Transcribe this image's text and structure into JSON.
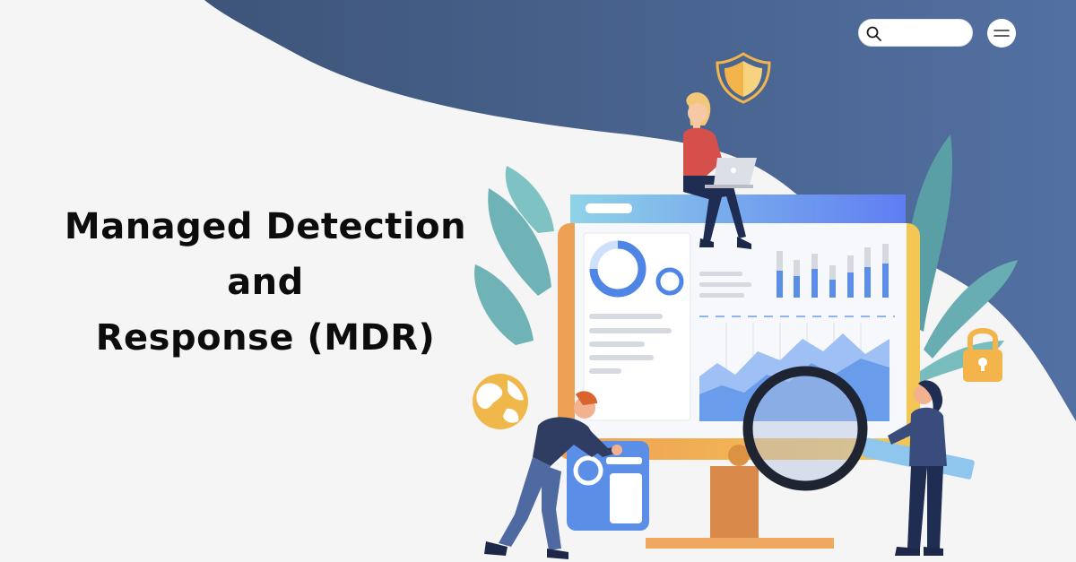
{
  "hero": {
    "title_line1": "Managed Detection",
    "title_line2": "and",
    "title_line3": "Response (MDR)"
  },
  "search": {
    "placeholder": ""
  },
  "icons": {
    "search": "search-icon",
    "menu": "menu-icon",
    "shield": "shield-icon",
    "lock": "padlock-icon",
    "globe": "globe-icon",
    "magnifier": "magnifying-glass-icon"
  },
  "colors": {
    "background": "#f5f5f5",
    "wave": "#496493",
    "leaf": "#6fb3b6",
    "monitor_frame": "#eda85a",
    "screen": "#f7f8fb",
    "accent_blue": "#5b8ee6",
    "gold": "#f0b84a"
  }
}
